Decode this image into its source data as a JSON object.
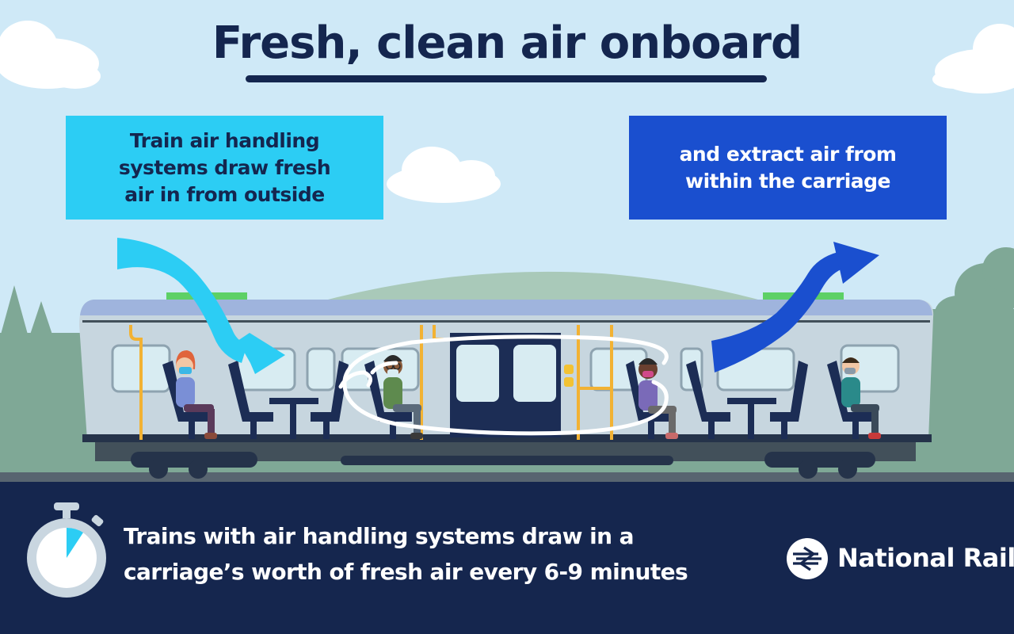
{
  "title": "Fresh, clean air onboard",
  "callouts": {
    "left": [
      "Train air handling",
      "systems draw fresh",
      "air in from outside"
    ],
    "right": [
      "and extract air from",
      "within the carriage"
    ]
  },
  "footer": {
    "lines": [
      "Trains with air handling systems draw in a",
      "carriage’s worth of fresh air every 6-9 minutes"
    ]
  },
  "brand": {
    "name": "National Rail",
    "colors": {
      "navy": "#15264e",
      "cyan": "#2ccdf4",
      "blue": "#1a4fcf",
      "sky": "#cfe9f7"
    }
  },
  "icons": [
    "stopwatch-icon",
    "national-rail-logo-icon",
    "fresh-air-arrow-icon",
    "extract-air-arrow-icon",
    "circulation-swirl-icon"
  ]
}
